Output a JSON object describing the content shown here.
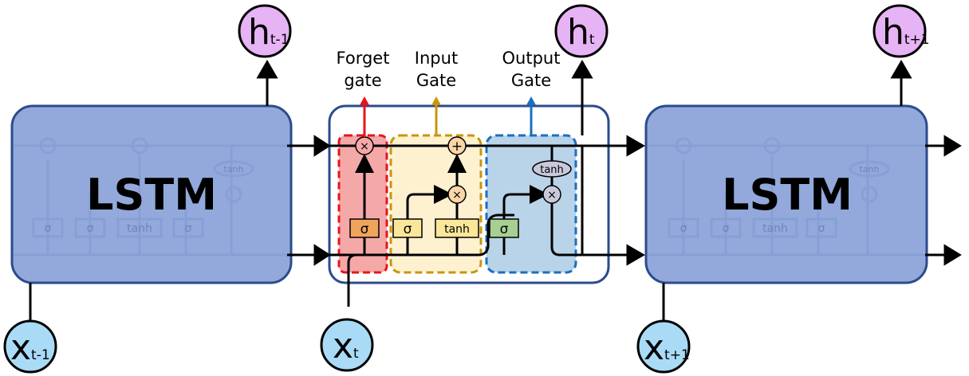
{
  "blocks": {
    "left": {
      "label": "LSTM"
    },
    "right": {
      "label": "LSTM"
    }
  },
  "hidden_states": {
    "prev": {
      "base": "h",
      "sub": "t-1"
    },
    "curr": {
      "base": "h",
      "sub": "t"
    },
    "next": {
      "base": "h",
      "sub": "t+1"
    }
  },
  "inputs": {
    "prev": {
      "base": "x",
      "sub": "t-1"
    },
    "curr": {
      "base": "x",
      "sub": "t"
    },
    "next": {
      "base": "x",
      "sub": "t+1"
    }
  },
  "gate_labels": {
    "forget": {
      "line1": "Forget",
      "line2": "gate"
    },
    "input": {
      "line1": "Input",
      "line2": "Gate"
    },
    "output": {
      "line1": "Output",
      "line2": "Gate"
    }
  },
  "ops": {
    "sigma": "σ",
    "tanh": "tanh",
    "multiply": "×",
    "add": "+"
  },
  "colors": {
    "block_fill": "#8aa2d8",
    "block_stroke": "#2b4c8c",
    "forget": "#e8141b",
    "input": "#c8960c",
    "output": "#1a6fc0",
    "h_circle": "#e6b3f5",
    "x_circle": "#a9dbf7"
  }
}
